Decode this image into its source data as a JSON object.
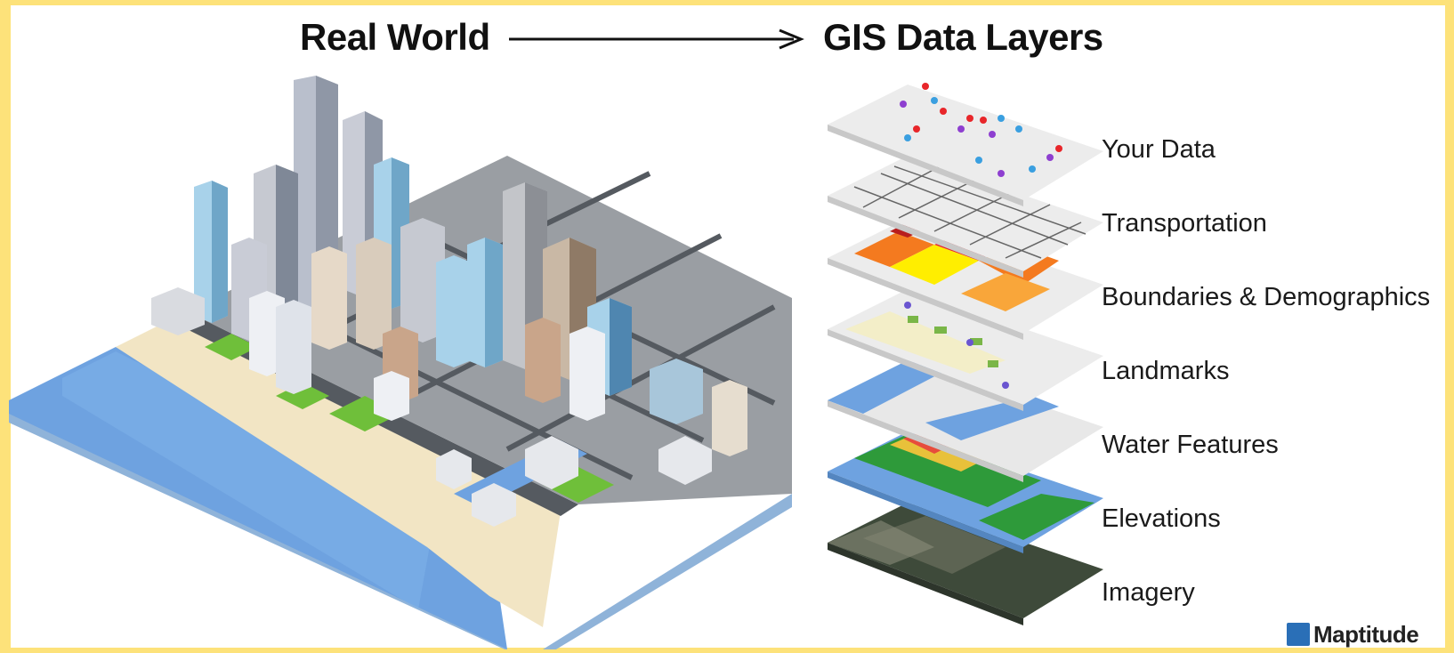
{
  "header": {
    "left_title": "Real World",
    "right_title": "GIS Data Layers"
  },
  "layers": [
    {
      "label": "Your Data"
    },
    {
      "label": "Transportation"
    },
    {
      "label": "Boundaries & Demographics"
    },
    {
      "label": "Landmarks"
    },
    {
      "label": "Water Features"
    },
    {
      "label": "Elevations"
    },
    {
      "label": "Imagery"
    }
  ],
  "logo": {
    "text": "Maptitude"
  },
  "colors": {
    "frame": "#fde27a",
    "water": "#6ea2e0",
    "beach": "#f2e5c4",
    "road": "#555a60",
    "grass": "#6fbf3a",
    "boundary_red": "#e8262a",
    "boundary_orange": "#f47a1f",
    "boundary_yellow": "#ffee00",
    "layer_gray": "#e8e8e8"
  },
  "icons": [
    "arrow-right-icon",
    "maptitude-logo-icon"
  ]
}
